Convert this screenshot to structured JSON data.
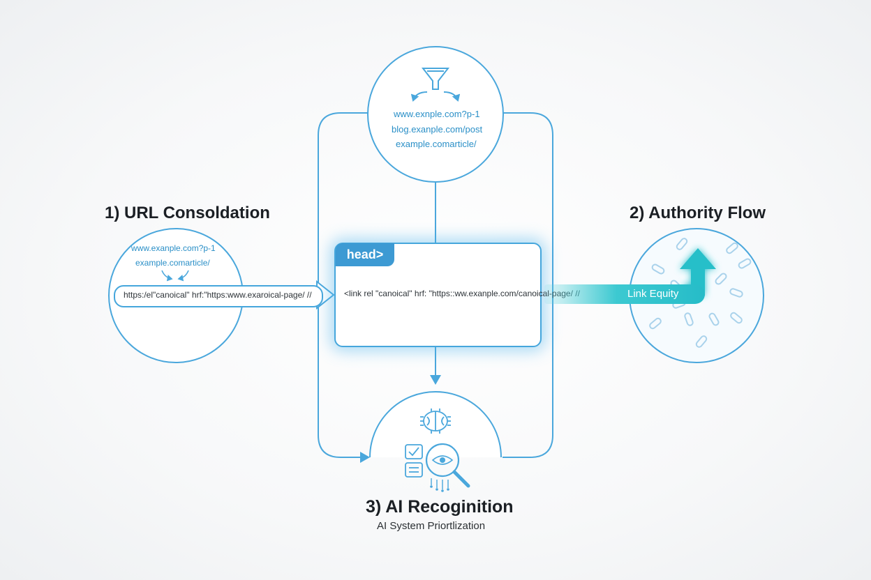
{
  "sections": {
    "consolidation": {
      "title": "1) URL Consoldation",
      "urls": [
        "www.exanple.com?p-1",
        "example.comarticle/"
      ],
      "canonical_snippet": "https:/el\"canoical\" hrf:\"https:www.exaroical-page/ //"
    },
    "authority": {
      "title": "2) Authority Flow",
      "bar_label": "Link Equity"
    },
    "recognition": {
      "title": "3) AI Recoginition",
      "subtitle": "AI System Priortlization"
    }
  },
  "top_circle": {
    "urls": [
      "www.exnple.com?p-1",
      "blog.exanple.com/post",
      "example.comarticle/"
    ]
  },
  "head_box": {
    "tab_label": "head>",
    "code_line": "<link rel \"canoical\" hrf: \"https::ww.exanple.com/canoical-page/ //"
  },
  "icons": [
    "funnel-icon",
    "split-arrows-icon",
    "merge-arrows-icon",
    "chain-link-icon",
    "up-arrow-icon",
    "brain-chip-icon",
    "checklist-icon",
    "eye-magnifier-icon"
  ],
  "colors": {
    "line": "#4aa7dc",
    "url_text": "#2a8fc7",
    "head_tab": "#3d9ad3",
    "link_equity": "#26bcc8",
    "title_text": "#1b1f24"
  }
}
